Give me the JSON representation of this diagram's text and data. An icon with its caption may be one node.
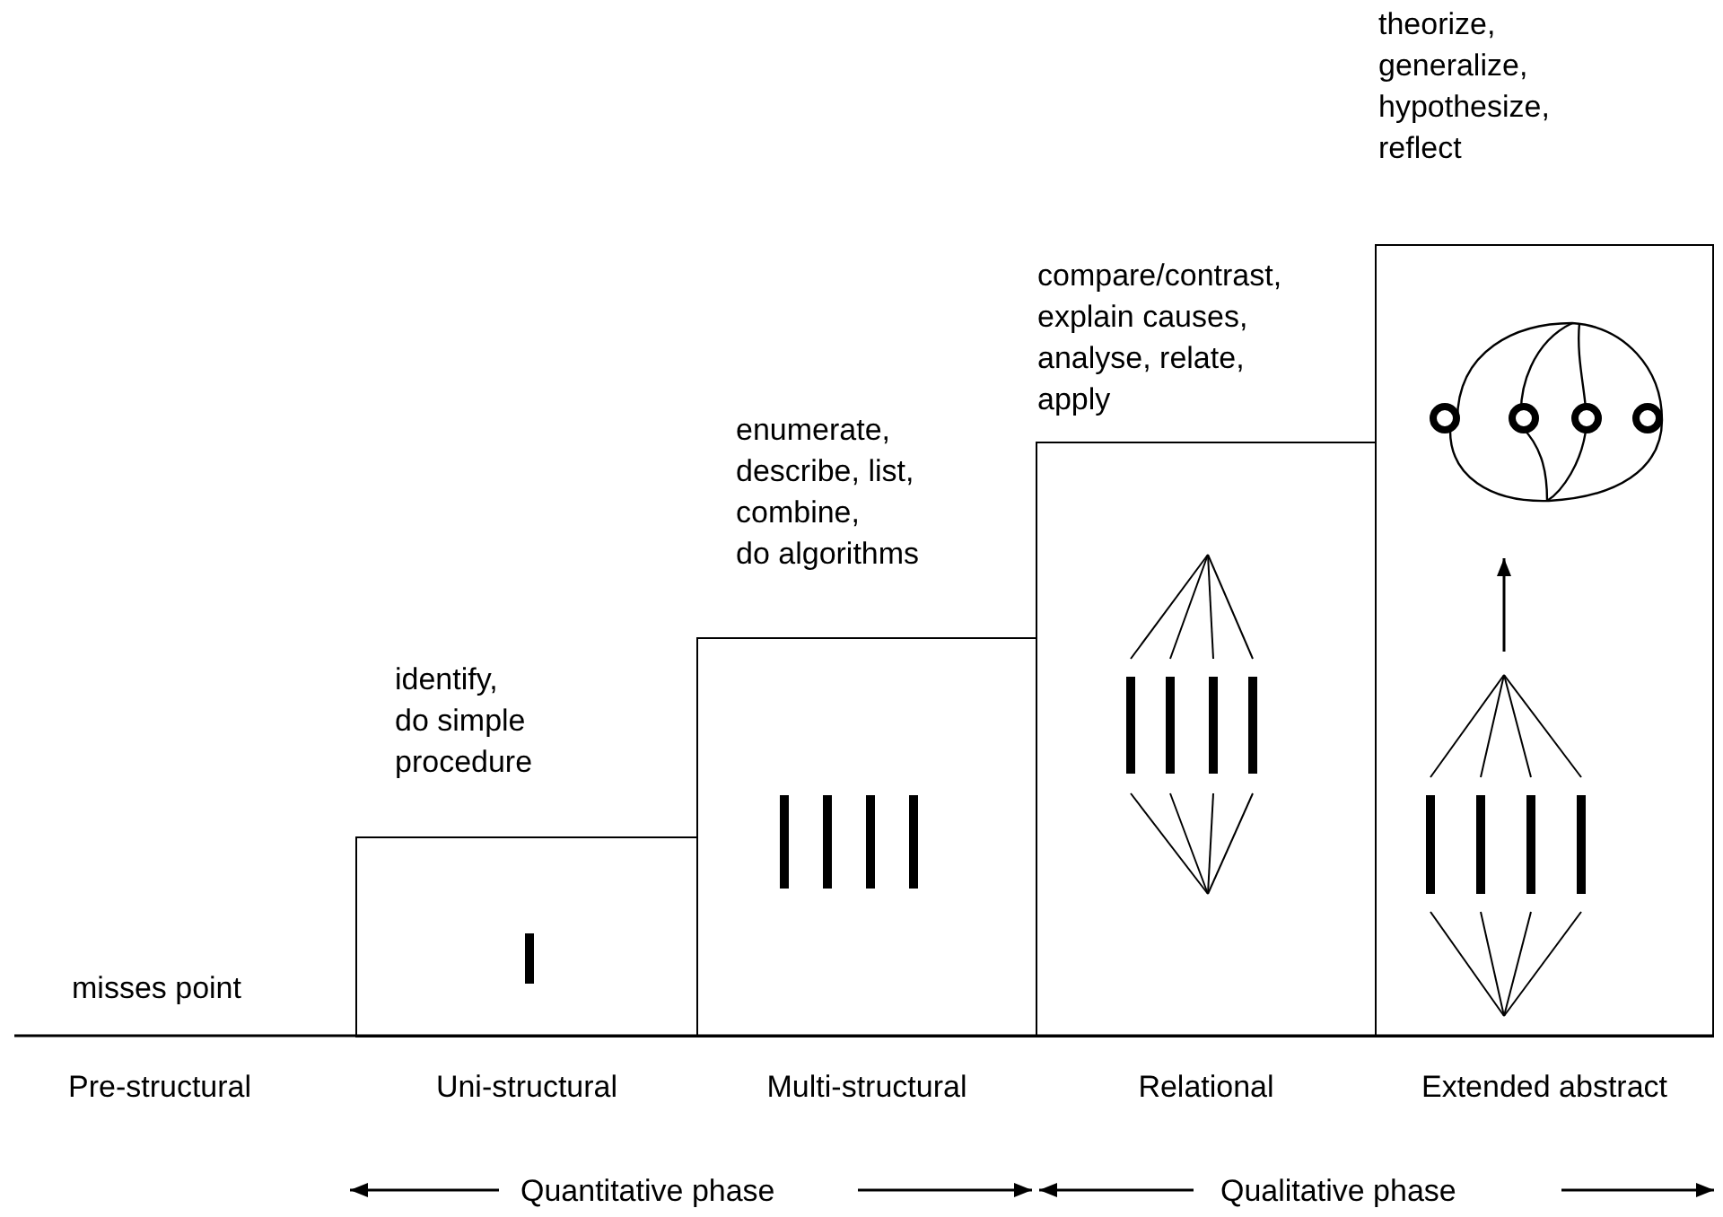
{
  "diagram": {
    "nodes": [
      {
        "text": [
          "identify, do simple procedure"
        ],
        "beside": [
          "Uni-structural"
        ]
      },
      {
        "text": [
          "enumerate, describe, list, combine, do algorithms"
        ],
        "beside": [
          "Multi-structural"
        ]
      },
      {
        "text": [
          "compare/contrast, explain causes, analyse, relate, apply"
        ],
        "beside": [
          "Relational"
        ]
      },
      {
        "text": [
          "theorize, generalize, hypothesize, reflect"
        ],
        "beside": [
          "Extended abstract"
        ]
      }
    ],
    "edges": [],
    "labels": [
      "misses point",
      "Pre-structural",
      "Quantitative phase",
      "Qualitative phase"
    ]
  }
}
